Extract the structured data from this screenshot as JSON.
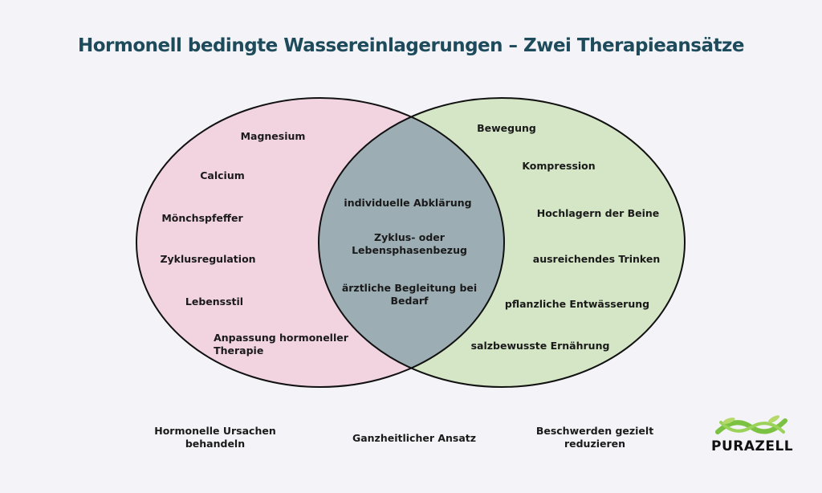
{
  "title": "Hormonell bedingte Wassereinlagerungen – Zwei Therapieansätze",
  "colors": {
    "left": "#f2d4e0",
    "right": "#d4e6c5",
    "overlap": "#9cadb4",
    "title": "#1d4b5b"
  },
  "left_items": [
    "Magnesium",
    "Calcium",
    "Mönchspfeffer",
    "Zyklusregulation",
    "Lebensstil",
    "Anpassung hormoneller\nTherapie"
  ],
  "center_items": [
    "individuelle Abklärung",
    "Zyklus- oder\nLebensphasenbezug",
    "ärztliche Begleitung bei\nBedarf"
  ],
  "right_items": [
    "Bewegung",
    "Kompression",
    "Hochlagern der Beine",
    "ausreichendes Trinken",
    "pflanzliche Entwässerung",
    "salzbewusste Ernährung"
  ],
  "captions": {
    "left": "Hormonelle Ursachen\nbehandeln",
    "center": "Ganzheitlicher Ansatz",
    "right": "Beschwerden gezielt\nreduzieren"
  },
  "logo": {
    "text": "PURAZELL"
  }
}
